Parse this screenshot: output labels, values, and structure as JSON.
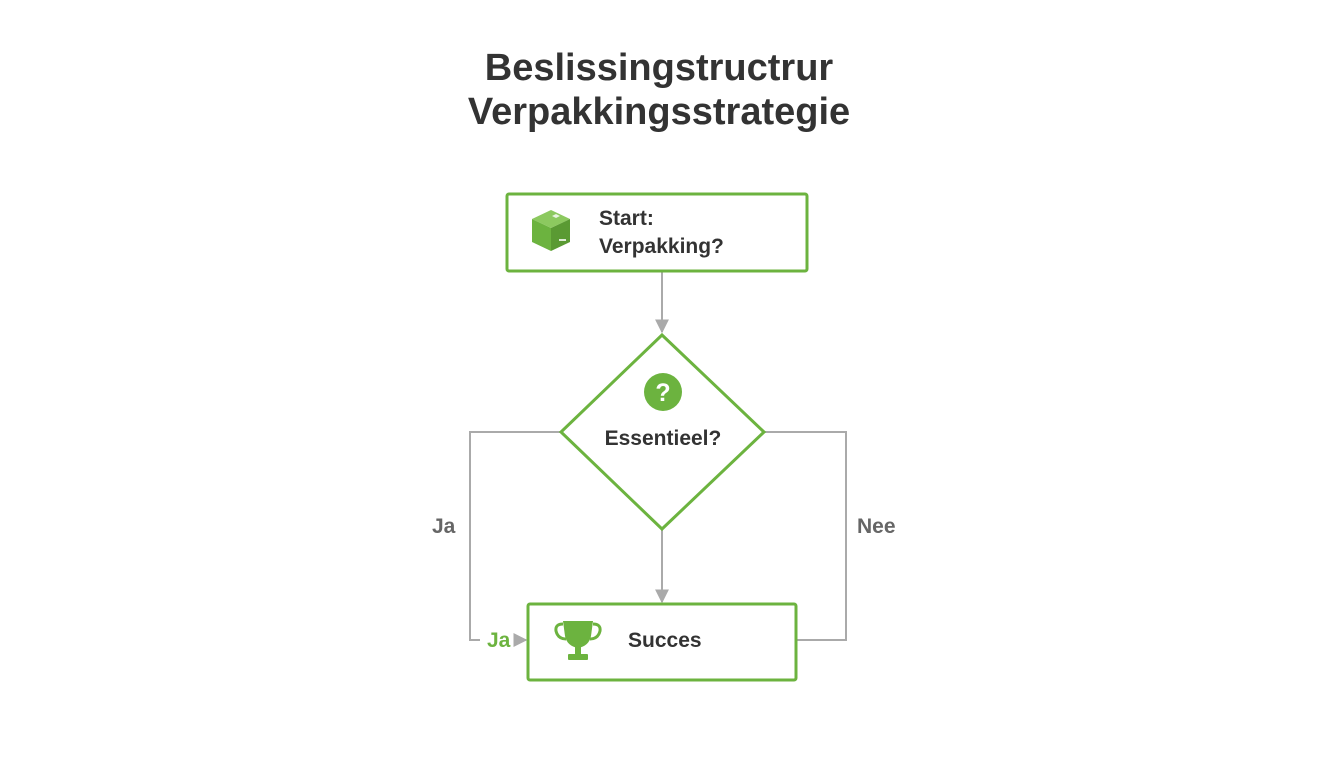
{
  "title": {
    "line1": "Beslissingstructrur",
    "line2": "Verpakkingsstrategie"
  },
  "colors": {
    "accent": "#6cb33f",
    "connector": "#aaaaaa",
    "text": "#333333",
    "label": "#666666"
  },
  "nodes": {
    "start": {
      "line1": "Start:",
      "line2": "Verpakking?",
      "icon": "package-box-icon"
    },
    "decision": {
      "label": "Essentieel?",
      "icon": "question-circle-icon"
    },
    "success": {
      "label": "Succes",
      "icon": "trophy-icon"
    }
  },
  "edges": {
    "left_label": "Ja",
    "right_label": "Nee",
    "arrow_label": "Ja"
  }
}
